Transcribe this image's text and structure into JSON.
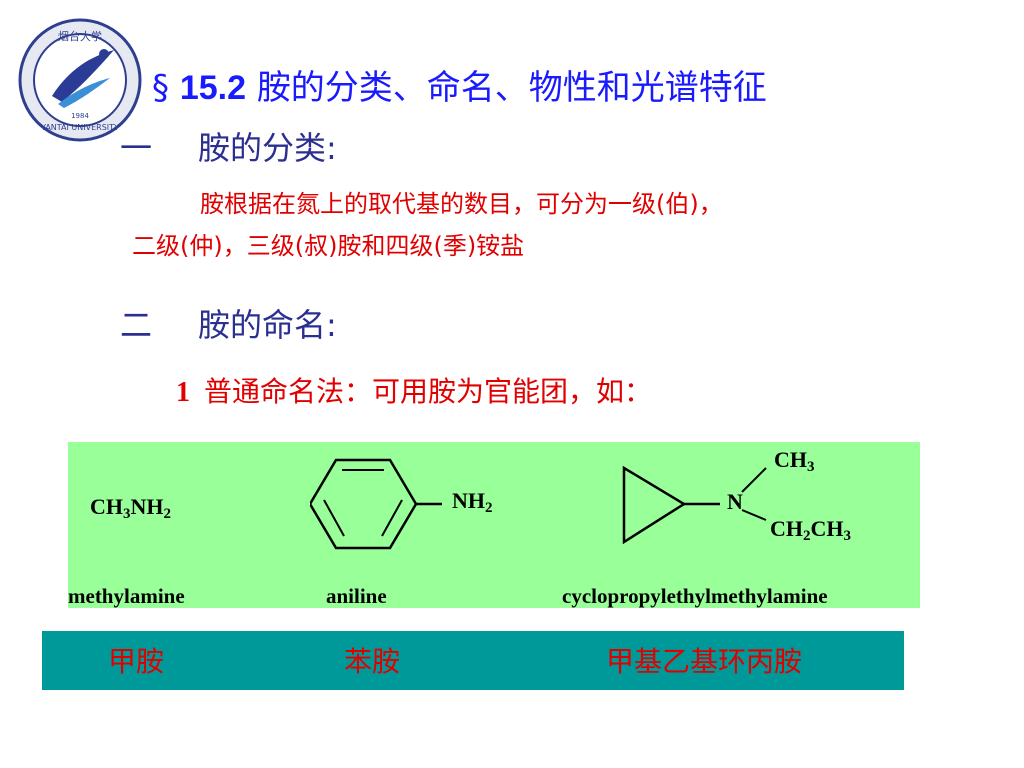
{
  "logo": {
    "top_text": "烟台大学",
    "bottom_text": "YANTAI UNIVERSITY",
    "year": "1984"
  },
  "title": {
    "prefix": "§",
    "number": "15.2",
    "text": "胺的分类、命名、物性和光谱特征"
  },
  "section1": {
    "index": "一",
    "heading": "胺的分类:"
  },
  "classification": {
    "line1": "胺根据在氮上的取代基的数目，可分为一级(伯)，",
    "line2": "二级(仲)，三级(叔)胺和四级(季)铵盐"
  },
  "section2": {
    "index": "二",
    "heading": "胺的命名:"
  },
  "naming": {
    "number": "1",
    "text": "普通命名法：可用胺为官能团，如："
  },
  "compounds": [
    {
      "formula": "CH3NH2",
      "english": "methylamine",
      "chinese": "甲胺"
    },
    {
      "formula": "NH2",
      "english": "aniline",
      "chinese": "苯胺"
    },
    {
      "formula_n": "N",
      "formula_ch3": "CH3",
      "formula_ethyl": "CH2CH3",
      "english": "cyclopropylethylmethylamine",
      "chinese": "甲基乙基环丙胺"
    }
  ],
  "colors": {
    "title_blue": "#1a1aff",
    "heading_navy": "#2b2f8f",
    "red": "#e00000",
    "green_panel": "#99ff99",
    "teal_bar": "#009999"
  }
}
